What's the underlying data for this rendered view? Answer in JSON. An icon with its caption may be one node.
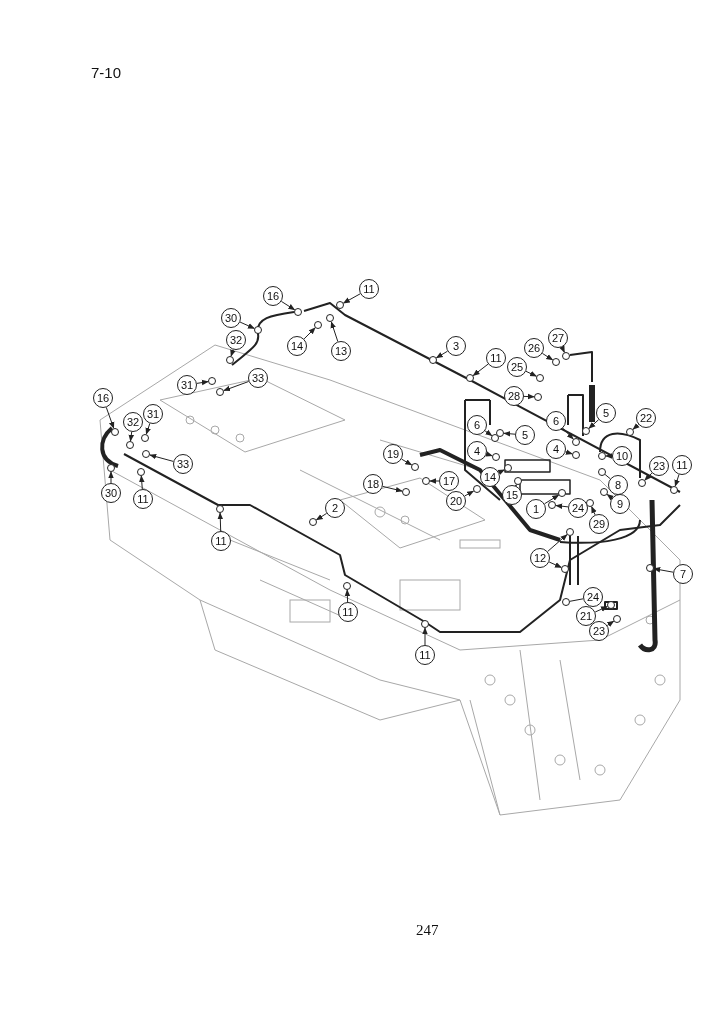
{
  "diagram": {
    "nodes": [
      {
        "text": [
          "16"
        ]
      },
      {
        "text": [
          "11"
        ]
      },
      {
        "text": [
          "30"
        ]
      },
      {
        "text": [
          "14"
        ]
      },
      {
        "text": [
          "13"
        ]
      },
      {
        "text": [
          "32"
        ]
      },
      {
        "text": [
          "3"
        ]
      },
      {
        "text": [
          "11"
        ]
      },
      {
        "text": [
          "26"
        ]
      },
      {
        "text": [
          "27"
        ]
      },
      {
        "text": [
          "25"
        ]
      },
      {
        "text": [
          "31"
        ]
      },
      {
        "text": [
          "33"
        ]
      },
      {
        "text": [
          "16"
        ]
      },
      {
        "text": [
          "31"
        ]
      },
      {
        "text": [
          "32"
        ]
      },
      {
        "text": [
          "28"
        ]
      },
      {
        "text": [
          "6"
        ]
      },
      {
        "text": [
          "5"
        ]
      },
      {
        "text": [
          "6"
        ]
      },
      {
        "text": [
          "5"
        ]
      },
      {
        "text": [
          "22"
        ]
      },
      {
        "text": [
          "4"
        ]
      },
      {
        "text": [
          "4"
        ]
      },
      {
        "text": [
          "10"
        ]
      },
      {
        "text": [
          "19"
        ]
      },
      {
        "text": [
          "17"
        ]
      },
      {
        "text": [
          "14"
        ]
      },
      {
        "text": [
          "18"
        ]
      },
      {
        "text": [
          "33"
        ]
      },
      {
        "text": [
          "23"
        ]
      },
      {
        "text": [
          "11"
        ]
      },
      {
        "text": [
          "15"
        ]
      },
      {
        "text": [
          "20"
        ]
      },
      {
        "text": [
          "8"
        ]
      },
      {
        "text": [
          "9"
        ]
      },
      {
        "text": [
          "30"
        ]
      },
      {
        "text": [
          "11"
        ]
      },
      {
        "text": [
          "1"
        ]
      },
      {
        "text": [
          "24"
        ]
      },
      {
        "text": [
          "29"
        ]
      },
      {
        "text": [
          "2"
        ]
      },
      {
        "text": [
          "11"
        ]
      },
      {
        "text": [
          "12"
        ]
      },
      {
        "text": [
          "7"
        ]
      },
      {
        "text": [
          "24"
        ]
      },
      {
        "text": [
          "21"
        ]
      },
      {
        "text": [
          "23"
        ]
      },
      {
        "text": [
          "11"
        ]
      },
      {
        "text": [
          "11"
        ]
      },
      {
        "text": [],
        "shape": "circle"
      },
      {
        "text": [],
        "shape": "circle"
      },
      {
        "text": [],
        "shape": "circle"
      },
      {
        "text": [],
        "shape": "circle"
      },
      {
        "text": [],
        "shape": "circle"
      },
      {
        "text": [],
        "shape": "circle"
      },
      {
        "text": [],
        "shape": "circle"
      },
      {
        "text": [],
        "shape": "circle"
      },
      {
        "text": [],
        "shape": "circle"
      },
      {
        "text": [],
        "shape": "circle"
      },
      {
        "text": [],
        "shape": "circle"
      },
      {
        "text": [],
        "shape": "circle"
      },
      {
        "text": [],
        "shape": "circle"
      },
      {
        "text": [],
        "shape": "circle"
      },
      {
        "text": [],
        "shape": "circle"
      },
      {
        "text": [],
        "shape": "circle"
      },
      {
        "text": [],
        "shape": "circle"
      },
      {
        "text": [],
        "shape": "circle"
      },
      {
        "text": [],
        "shape": "circle"
      },
      {
        "text": [],
        "shape": "circle"
      },
      {
        "text": [],
        "shape": "circle"
      },
      {
        "text": [],
        "shape": "circle"
      },
      {
        "text": [],
        "shape": "circle"
      },
      {
        "text": [],
        "shape": "circle"
      },
      {
        "text": [],
        "shape": "circle"
      },
      {
        "text": [],
        "shape": "circle"
      },
      {
        "text": [],
        "shape": "circle"
      },
      {
        "text": [],
        "shape": "circle"
      },
      {
        "text": [],
        "shape": "circle"
      },
      {
        "text": [],
        "shape": "circle"
      },
      {
        "text": [],
        "shape": "circle"
      },
      {
        "text": [],
        "shape": "circle"
      },
      {
        "text": [],
        "shape": "circle"
      },
      {
        "text": [],
        "shape": "circle"
      },
      {
        "text": [],
        "shape": "circle"
      },
      {
        "text": [],
        "shape": "circle"
      },
      {
        "text": [],
        "shape": "circle"
      },
      {
        "text": [],
        "shape": "circle"
      },
      {
        "text": [],
        "shape": "circle"
      },
      {
        "text": [],
        "shape": "circle"
      },
      {
        "text": [],
        "shape": "circle"
      },
      {
        "text": [],
        "shape": "circle"
      },
      {
        "text": [],
        "shape": "circle"
      },
      {
        "text": [],
        "shape": "circle"
      },
      {
        "text": [],
        "shape": "circle"
      },
      {
        "text": [],
        "shape": "circle"
      },
      {
        "text": [],
        "shape": "circle"
      },
      {
        "text": [],
        "shape": "circle"
      },
      {
        "text": [],
        "shape": "circle"
      },
      {
        "text": [],
        "shape": "circle"
      },
      {
        "text": [],
        "shape": "circle"
      }
    ],
    "edges": [
      {
        "from": 0,
        "to": 50,
        "arrow": "to"
      },
      {
        "from": 1,
        "to": 51,
        "arrow": "to"
      },
      {
        "from": 2,
        "to": 52,
        "arrow": "to"
      },
      {
        "from": 3,
        "to": 53,
        "arrow": "to"
      },
      {
        "from": 4,
        "to": 54,
        "arrow": "to"
      },
      {
        "from": 5,
        "to": 55,
        "arrow": "to"
      },
      {
        "from": 6,
        "to": 56,
        "arrow": "to"
      },
      {
        "from": 7,
        "to": 57,
        "arrow": "to"
      },
      {
        "from": 8,
        "to": 58,
        "arrow": "to"
      },
      {
        "from": 9,
        "to": 59,
        "arrow": "to"
      },
      {
        "from": 10,
        "to": 60,
        "arrow": "to"
      },
      {
        "from": 11,
        "to": 61,
        "arrow": "to"
      },
      {
        "from": 12,
        "to": 62,
        "arrow": "to"
      },
      {
        "from": 13,
        "to": 63,
        "arrow": "to"
      },
      {
        "from": 14,
        "to": 64,
        "arrow": "to"
      },
      {
        "from": 15,
        "to": 65,
        "arrow": "to"
      },
      {
        "from": 16,
        "to": 66,
        "arrow": "to"
      },
      {
        "from": 17,
        "to": 67,
        "arrow": "to"
      },
      {
        "from": 18,
        "to": 68,
        "arrow": "to"
      },
      {
        "from": 19,
        "to": 69,
        "arrow": "to"
      },
      {
        "from": 20,
        "to": 70,
        "arrow": "to"
      },
      {
        "from": 21,
        "to": 71,
        "arrow": "to"
      },
      {
        "from": 22,
        "to": 72,
        "arrow": "to"
      },
      {
        "from": 23,
        "to": 73,
        "arrow": "to"
      },
      {
        "from": 24,
        "to": 74,
        "arrow": "to"
      },
      {
        "from": 25,
        "to": 75,
        "arrow": "to"
      },
      {
        "from": 26,
        "to": 76,
        "arrow": "to"
      },
      {
        "from": 27,
        "to": 77,
        "arrow": "to"
      },
      {
        "from": 28,
        "to": 78,
        "arrow": "to"
      },
      {
        "from": 29,
        "to": 79,
        "arrow": "to"
      },
      {
        "from": 30,
        "to": 80,
        "arrow": "to"
      },
      {
        "from": 31,
        "to": 81,
        "arrow": "to"
      },
      {
        "from": 32,
        "to": 82,
        "arrow": "to"
      },
      {
        "from": 33,
        "to": 83,
        "arrow": "to"
      },
      {
        "from": 34,
        "to": 84,
        "arrow": "none"
      },
      {
        "from": 35,
        "to": 85,
        "arrow": "to"
      },
      {
        "from": 36,
        "to": 86,
        "arrow": "to"
      },
      {
        "from": 37,
        "to": 87,
        "arrow": "to"
      },
      {
        "from": 38,
        "to": 88,
        "arrow": "to"
      },
      {
        "from": 39,
        "to": 89,
        "arrow": "to"
      },
      {
        "from": 40,
        "to": 90,
        "arrow": "to"
      },
      {
        "from": 41,
        "to": 91,
        "arrow": "to"
      },
      {
        "from": 42,
        "to": 92,
        "arrow": "to"
      },
      {
        "from": 43,
        "to": 93,
        "arrow": "to"
      },
      {
        "from": 43,
        "to": 94,
        "arrow": "to"
      },
      {
        "from": 44,
        "to": 95,
        "arrow": "to"
      },
      {
        "from": 45,
        "to": 96,
        "arrow": "none"
      },
      {
        "from": 46,
        "to": 97,
        "arrow": "to"
      },
      {
        "from": 47,
        "to": 98,
        "arrow": "to"
      },
      {
        "from": 48,
        "to": 99,
        "arrow": "to"
      },
      {
        "from": 49,
        "to": 100,
        "arrow": "to"
      }
    ],
    "labels": [
      "7-10",
      "247"
    ]
  }
}
